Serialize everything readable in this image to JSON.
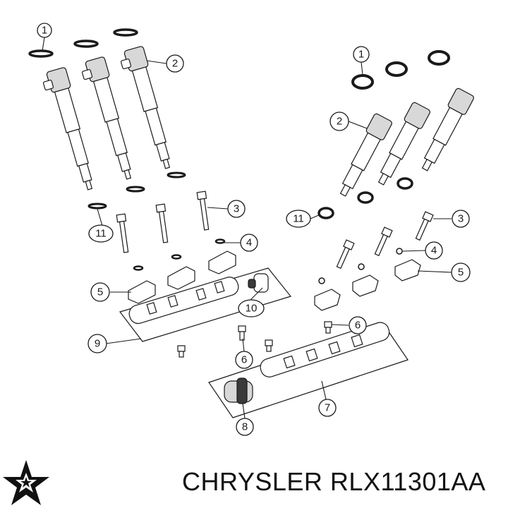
{
  "callouts": [
    "1",
    "2",
    "3",
    "4",
    "5",
    "6",
    "7",
    "8",
    "9",
    "10",
    "11"
  ],
  "caption": {
    "brand": "CHRYSLER",
    "part_number": "RLX11301AA"
  },
  "logo": {
    "icon": "chrysler-pentastar-icon",
    "color": "#111111"
  }
}
